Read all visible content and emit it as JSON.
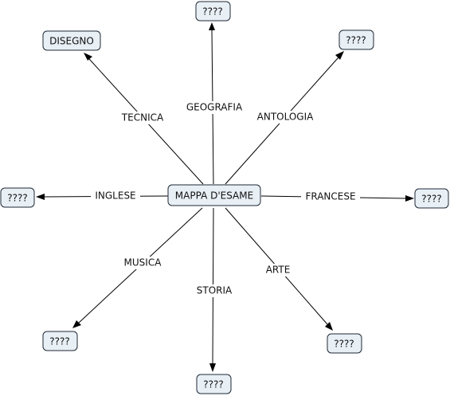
{
  "diagram": {
    "center": {
      "label": "MAPPA D'ESAME"
    },
    "branches": [
      {
        "id": "geografia",
        "link_label": "GEOGRAFIA",
        "target_label": "????"
      },
      {
        "id": "tecnica",
        "link_label": "TECNICA",
        "target_label": "DISEGNO"
      },
      {
        "id": "antologia",
        "link_label": "ANTOLOGIA",
        "target_label": "????"
      },
      {
        "id": "inglese",
        "link_label": "INGLESE",
        "target_label": "????"
      },
      {
        "id": "francese",
        "link_label": "FRANCESE",
        "target_label": "????"
      },
      {
        "id": "musica",
        "link_label": "MUSICA",
        "target_label": "????"
      },
      {
        "id": "storia",
        "link_label": "STORIA",
        "target_label": "????"
      },
      {
        "id": "arte",
        "link_label": "ARTE",
        "target_label": "????"
      }
    ]
  },
  "colors": {
    "node_fill": "#e8eff5",
    "node_stroke": "#1f2a36",
    "edge": "#000000",
    "text": "#111111"
  }
}
